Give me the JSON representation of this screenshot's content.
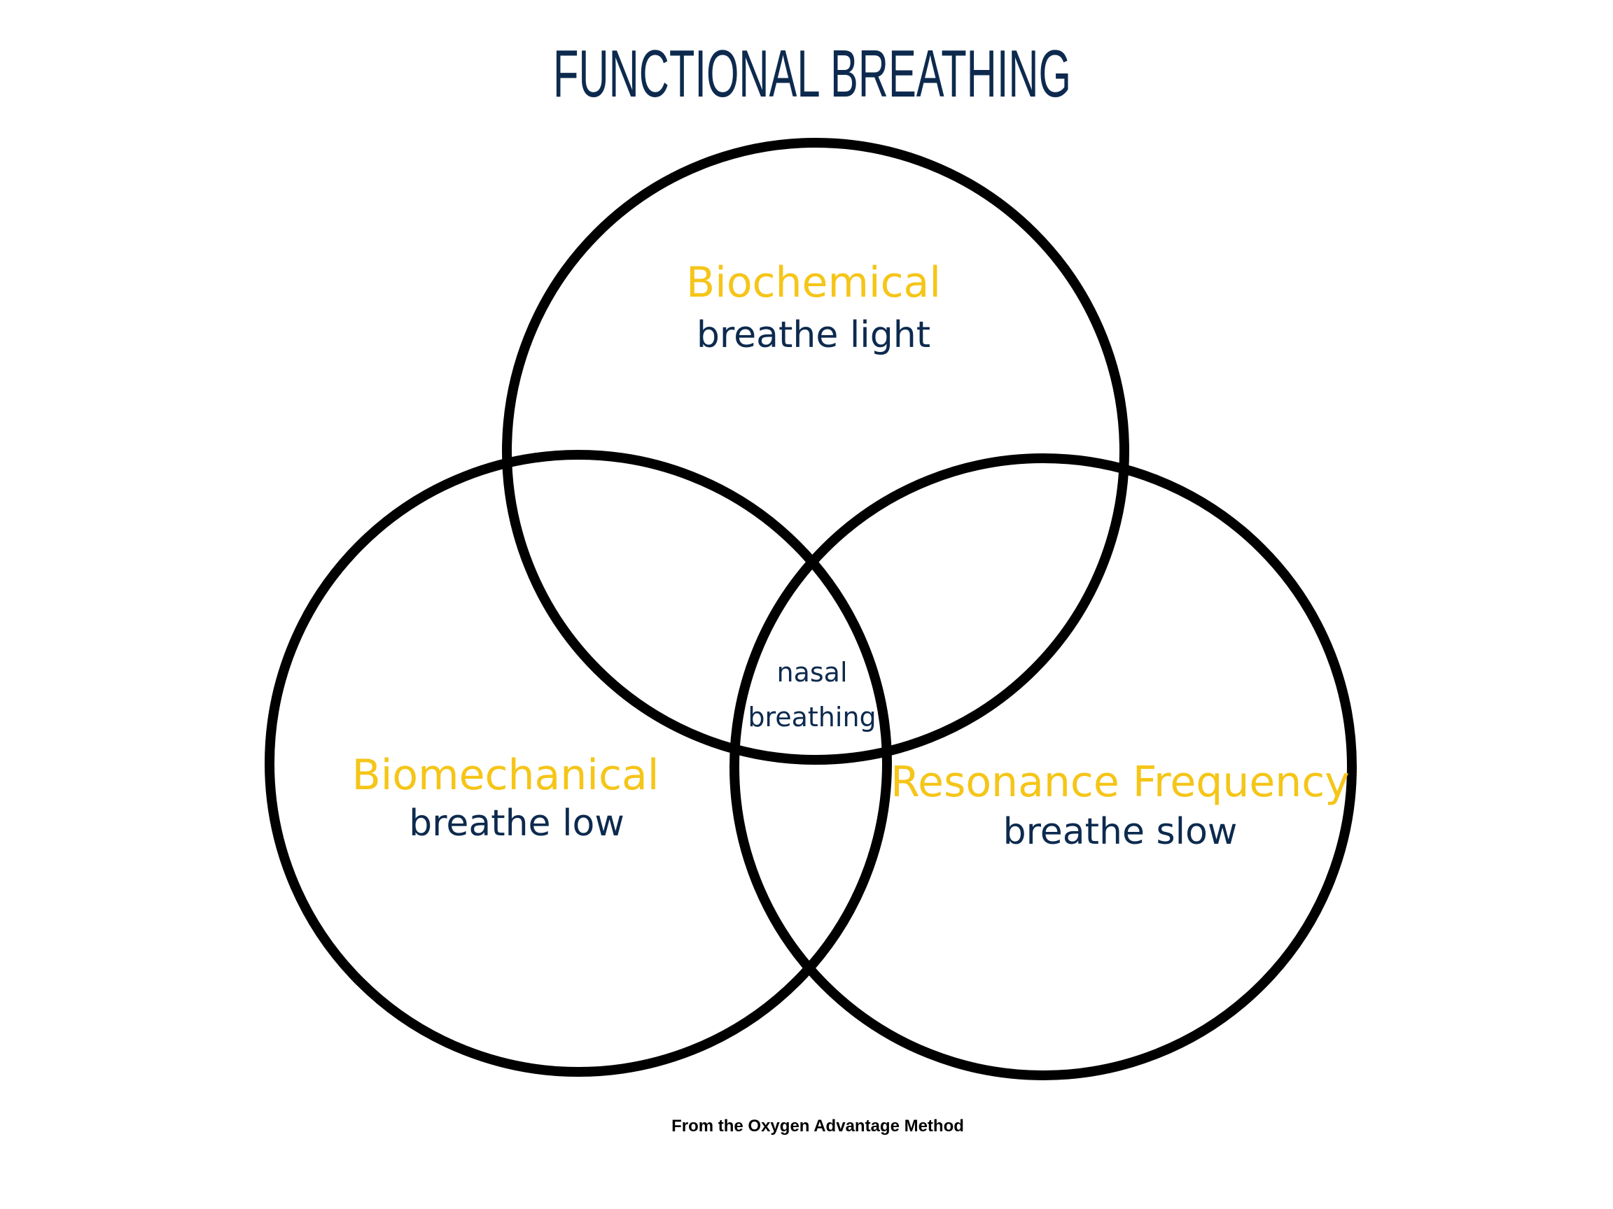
{
  "title": "FUNCTIONAL BREATHING",
  "colors": {
    "title": "#0d2a4e",
    "label": "#f5c518",
    "subtext": "#0d2a4e",
    "circle_stroke": "#000000",
    "footer": "#000000"
  },
  "sets": [
    {
      "label": "Biochemical",
      "subtext": "breathe light"
    },
    {
      "label": "Biomechanical",
      "subtext": "breathe low"
    },
    {
      "label": "Resonance Frequency",
      "subtext": "breathe slow"
    }
  ],
  "center": {
    "line1": "nasal",
    "line2": "breathing"
  },
  "footer": "From the Oxygen Advantage Method"
}
